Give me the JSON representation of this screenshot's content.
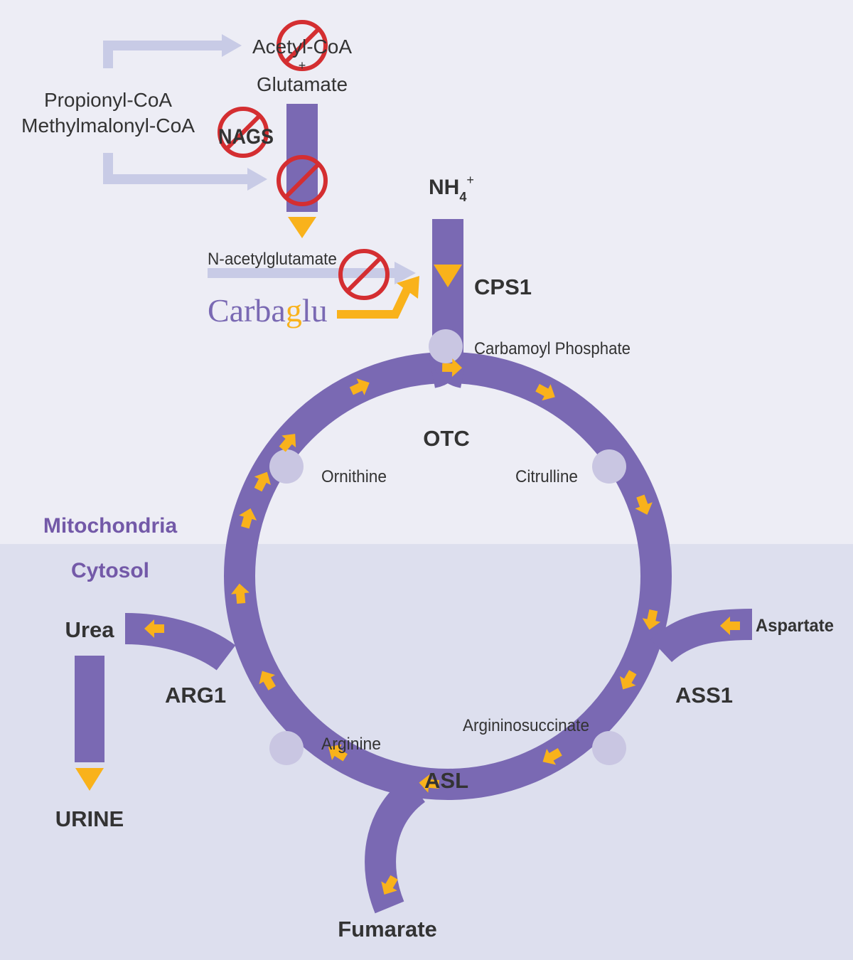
{
  "compartments": {
    "mitochondria": "Mitochondria",
    "cytosol": "Cytosol"
  },
  "precursors": {
    "acetyl_coa": "Acetyl-CoA",
    "plus": "+",
    "glutamate": "Glutamate",
    "propionyl_coa": "Propionyl-CoA",
    "methylmalonyl_coa": "Methylmalonyl-CoA",
    "nags": "NAGS",
    "n_acetylglutamate": "N-acetylglutamate"
  },
  "drug": {
    "part1": "Carba",
    "part2": "g",
    "part3": "lu"
  },
  "ammonium": {
    "base": "NH",
    "subscript": "4",
    "superscript": "+"
  },
  "enzymes": {
    "cps1": "CPS1",
    "otc": "OTC",
    "ass1": "ASS1",
    "asl": "ASL",
    "arg1": "ARG1"
  },
  "intermediates": {
    "carbamoyl_phosphate": "Carbamoyl Phosphate",
    "citrulline": "Citrulline",
    "ornithine": "Ornithine",
    "argininosuccinate": "Argininosuccinate",
    "arginine": "Arginine"
  },
  "inputs_outputs": {
    "aspartate": "Aspartate",
    "fumarate": "Fumarate",
    "urea": "Urea",
    "urine": "URINE"
  },
  "colors": {
    "pathway": "#7a69b3",
    "arrow": "#f9b21b",
    "node": "#c9c6e2",
    "mito_bg": "#ededf5",
    "cyto_bg": "#dddfee",
    "inhibit": "#d42e31",
    "light_arrow": "#c8cbe6",
    "label_purple": "#7359a8"
  },
  "icons": [
    "prohibition-icon",
    "yellow-arrow-icon"
  ]
}
